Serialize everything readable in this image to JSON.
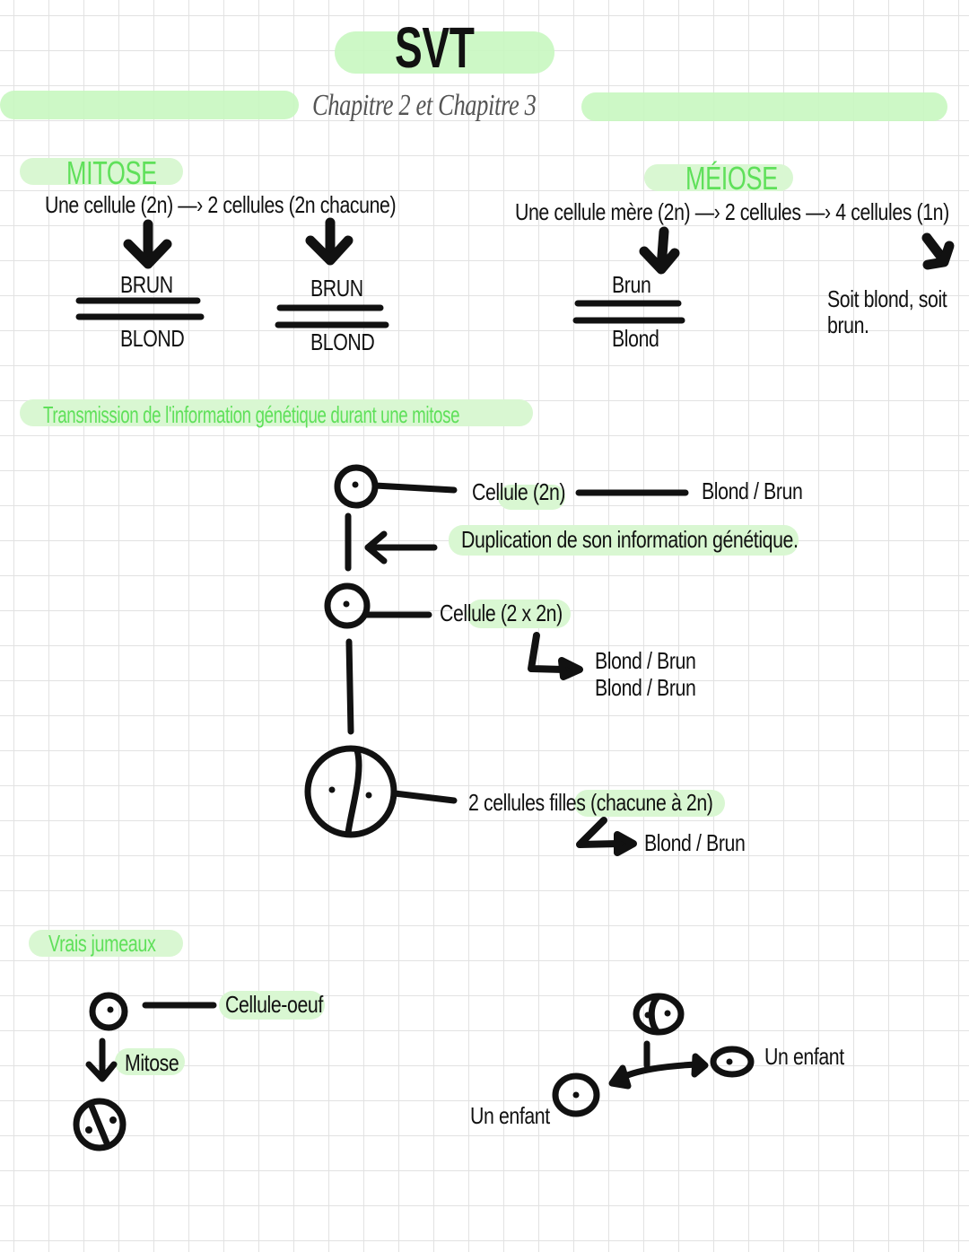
{
  "header": {
    "title": "SVT",
    "subtitle": "Chapitre 2 et Chapitre 3"
  },
  "mitose": {
    "heading": "MITOSE",
    "line": "Une cellule (2n) —› 2 cellules (2n chacune)",
    "left": {
      "top": "BRUN",
      "bottom": "BLOND"
    },
    "right": {
      "top": "BRUN",
      "bottom": "BLOND"
    }
  },
  "meiose": {
    "heading": "MÉIOSE",
    "line": "Une cellule mère (2n) —› 2 cellules —› 4 cellules (1n)",
    "pair": {
      "top": "Brun",
      "bottom": "Blond"
    },
    "result": [
      "Soit blond, soit",
      "brun."
    ]
  },
  "transmission": {
    "heading": "Transmission de l'information génétique durant une mitose",
    "cell1_label": "Cellule (2n)",
    "cell1_value": "Blond / Brun",
    "duplication": "Duplication de son information génétique.",
    "cell2_label": "Cellule (2 x 2n)",
    "cell2_values": [
      "Blond / Brun",
      "Blond / Brun"
    ],
    "daughters_label": "2 cellules filles (chacune à 2n)",
    "daughters_value": "Blond / Brun"
  },
  "jumeaux": {
    "heading": "Vrais jumeaux",
    "egg_label": "Cellule-oeuf",
    "mitosis_label": "Mitose",
    "child_right": "Un enfant",
    "child_left": "Un enfant"
  },
  "colors": {
    "highlight": "#c8f7c0",
    "heading_green": "#5fe05a",
    "ink": "#111111",
    "subtitle_grey": "#555555"
  }
}
